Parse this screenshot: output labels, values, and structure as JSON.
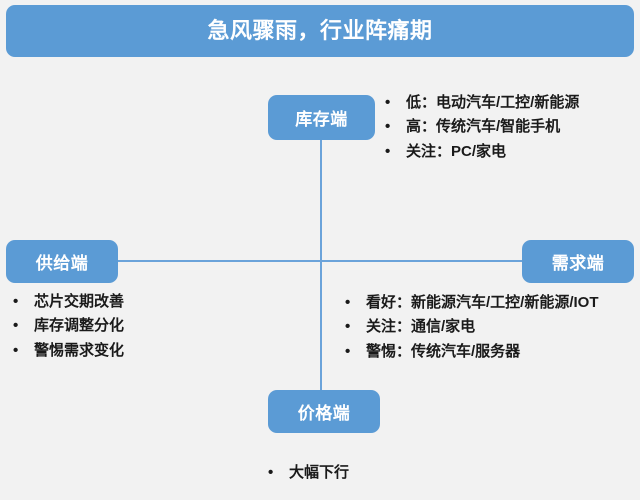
{
  "banner": {
    "title": "急风骤雨，行业阵痛期",
    "background_color": "#5b9bd5",
    "text_color": "#ffffff"
  },
  "page": {
    "background_color": "#f2f2f2",
    "accent_color": "#5b9bd5",
    "connector_color": "#6ba3da",
    "text_color": "#1a1a1a"
  },
  "nodes": {
    "inventory": {
      "label": "库存端"
    },
    "supply": {
      "label": "供给端"
    },
    "demand": {
      "label": "需求端"
    },
    "price": {
      "label": "价格端"
    }
  },
  "bullet_marker": "•",
  "bullet_groups": {
    "inventory": {
      "items": [
        "低：电动汽车/工控/新能源",
        "高：传统汽车/智能手机",
        "关注：PC/家电"
      ]
    },
    "supply": {
      "items": [
        "芯片交期改善",
        "库存调整分化",
        "警惕需求变化"
      ]
    },
    "demand": {
      "items": [
        "看好：新能源汽车/工控/新能源/IOT",
        "关注：通信/家电",
        "警惕：传统汽车/服务器"
      ]
    },
    "price": {
      "items": [
        "大幅下行"
      ]
    }
  }
}
